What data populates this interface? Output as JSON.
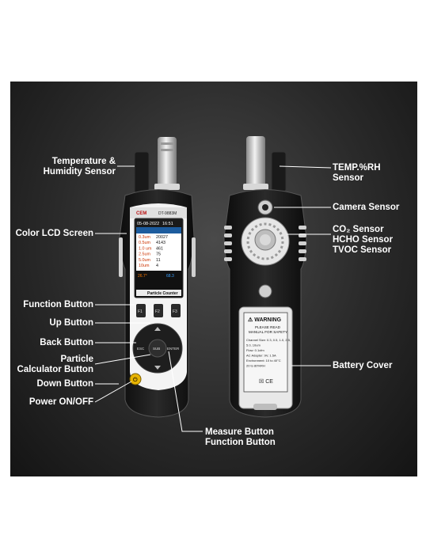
{
  "labels": {
    "temp_humidity": [
      "Temperature &",
      "Humidity Sensor"
    ],
    "color_lcd": "Color LCD Screen",
    "function_button": "Function Button",
    "up_button": "Up Button",
    "back_button": "Back Button",
    "particle_calc": [
      "Particle",
      "Calculator Button"
    ],
    "down_button": "Down Button",
    "power": "Power ON/OFF",
    "measure": [
      "Measure Button",
      "Function Button"
    ],
    "temp_rh": [
      "TEMP.%RH",
      "Sensor"
    ],
    "camera": "Camera Sensor",
    "gas_sensors": [
      "CO₂ Sensor",
      "HCHO Sensor",
      "TVOC Sensor"
    ],
    "battery_cover": "Battery Cover"
  },
  "device": {
    "brand": "CEM",
    "model": "DT-9883M",
    "date": "05-08-2022",
    "time": "16:51",
    "rows": [
      {
        "size": "0.3um",
        "value": "20027"
      },
      {
        "size": "0.5um",
        "value": "4143"
      },
      {
        "size": "1.0 um",
        "value": "461"
      },
      {
        "size": "2.5um",
        "value": "75"
      },
      {
        "size": "5.0um",
        "value": "11"
      },
      {
        "size": "10um",
        "value": "4"
      }
    ],
    "temp": "26.7°",
    "humidity": "68.3",
    "screen_footer": "Particle Counter",
    "f_keys": [
      "F1",
      "F2",
      "F3"
    ],
    "esc_label": "ESC",
    "sub_label": "SUB",
    "enter_label": "ENTER"
  },
  "back_label": {
    "warning": "⚠ WARNING",
    "lines": [
      "PLEASE READ",
      "MANUAL FOR SAFETY."
    ],
    "specs": [
      "Channel Size: 0.3, 0.5, 1.0, 2.5,",
      "5.0, 10um",
      "Flow:      0.1cfm",
      "AC Adapter:  9V, 1.5A",
      "Environment: 10 to 40°C",
      "20 to 80%RH"
    ],
    "marks": "☒  CE"
  }
}
